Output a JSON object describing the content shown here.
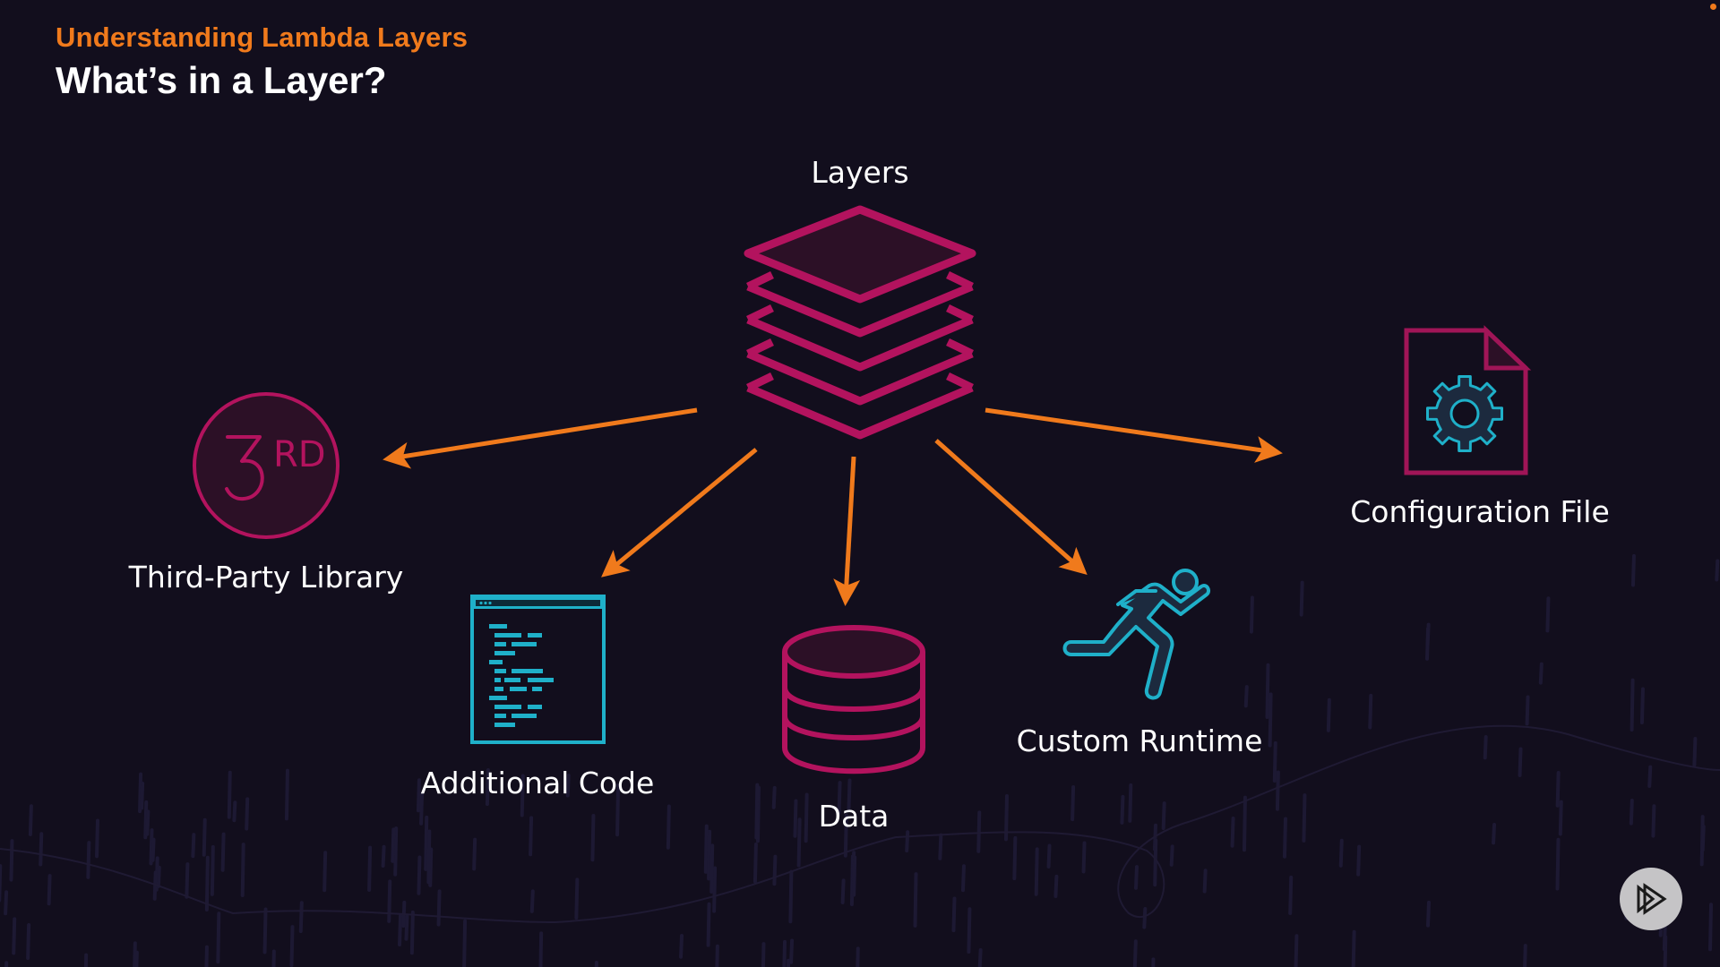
{
  "header": {
    "section": "Understanding Lambda Layers",
    "title": "What’s in a Layer?"
  },
  "diagram": {
    "center": {
      "label": "Layers",
      "icon": "layers-stack-icon"
    },
    "items": [
      {
        "label": "Third-Party Library",
        "icon": "third-party-3rd-icon",
        "icon_text_big": "3",
        "icon_text_small": "RD"
      },
      {
        "label": "Additional Code",
        "icon": "code-window-icon"
      },
      {
        "label": "Data",
        "icon": "database-icon"
      },
      {
        "label": "Custom Runtime",
        "icon": "running-person-icon"
      },
      {
        "label": "Configuration File",
        "icon": "config-file-gear-icon"
      }
    ]
  },
  "colors": {
    "background": "#120e1d",
    "accent_orange": "#f07a1c",
    "magenta": "#b3135e",
    "cyan": "#1fb0c9",
    "text": "#ffffff"
  },
  "player": {
    "logo": "play-logo-icon"
  }
}
